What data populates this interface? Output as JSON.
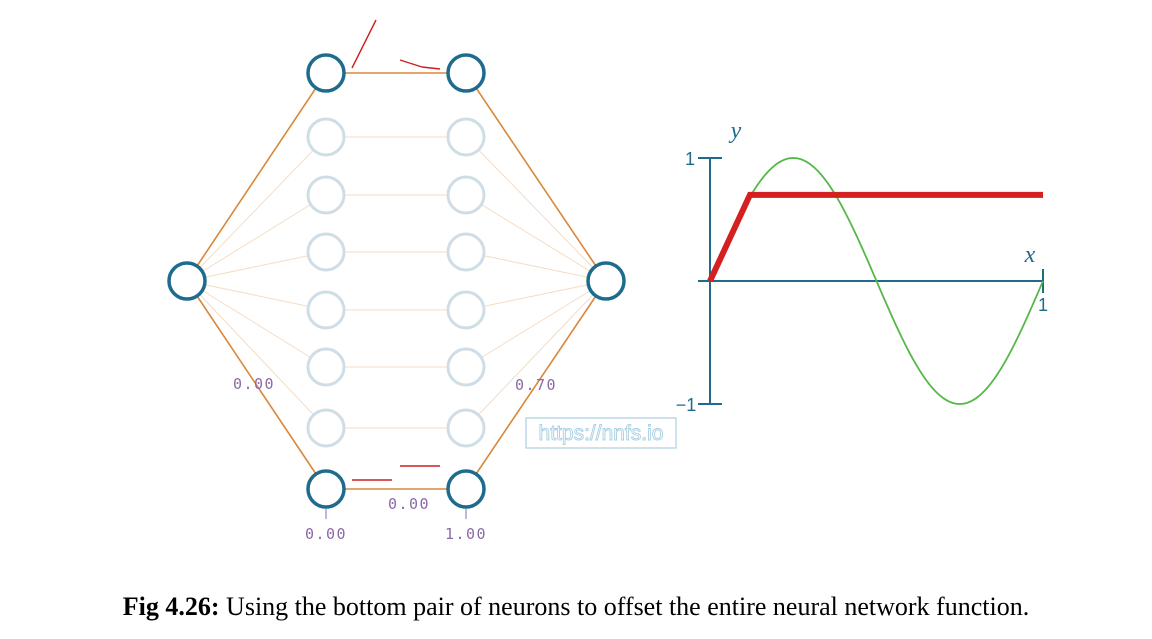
{
  "network": {
    "colors": {
      "active_neuron": "#1f6b8e",
      "inactive_neuron": "#cfdde6",
      "active_edge": "#d9883a",
      "inactive_edge": "#f4dcc6",
      "label": "#8b6aa8",
      "handle": "#cc2020"
    },
    "labels": {
      "weight_left": "0.00",
      "weight_right": "0.70",
      "weight_bottom": "0.00",
      "bias_h1_bottom": "0.00",
      "bias_h2_bottom": "1.00"
    },
    "watermark": "https://nnfs.io"
  },
  "plot": {
    "colors": {
      "axis": "#1f6b8e",
      "sine": "#55b848",
      "output": "#d42020"
    },
    "labels": {
      "y_axis": "y",
      "x_axis": "x",
      "y_top": "1",
      "y_bottom": "−1",
      "x_right": "1"
    }
  },
  "chart_data": {
    "type": "line",
    "title": "",
    "xlabel": "x",
    "ylabel": "y",
    "xlim": [
      0,
      1
    ],
    "ylim": [
      -1,
      1
    ],
    "series": [
      {
        "x": [
          0,
          0.125,
          0.25,
          0.375,
          0.5,
          0.625,
          0.75,
          0.875,
          1
        ],
        "y": [
          0,
          0.707,
          1,
          0.707,
          0,
          -0.707,
          -1,
          -0.707,
          0
        ]
      },
      {
        "x": [
          0,
          0.12,
          1
        ],
        "y": [
          0,
          0.7,
          0.7
        ]
      }
    ]
  },
  "caption": {
    "prefix": "Fig 4.26:",
    "text": " Using the bottom pair of neurons to offset the entire neural network function."
  }
}
